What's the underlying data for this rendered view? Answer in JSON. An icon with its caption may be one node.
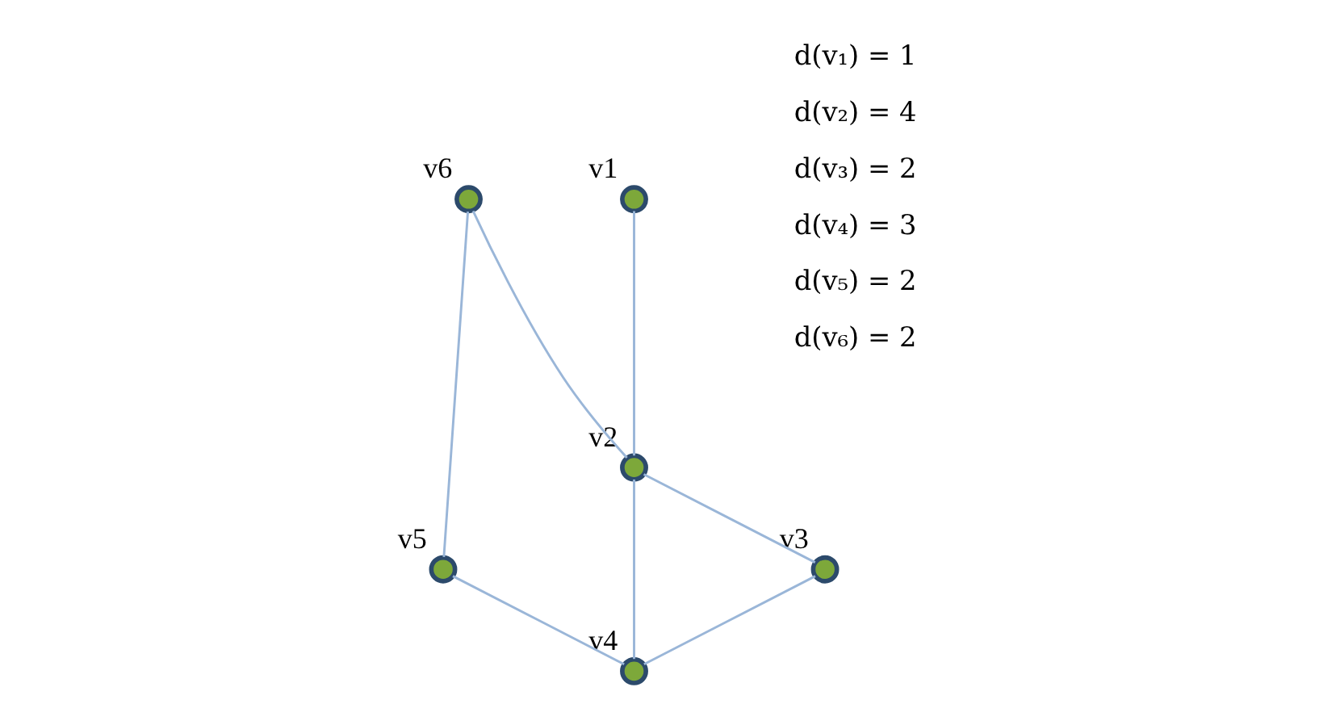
{
  "diagram": {
    "nodes": [
      {
        "text": [],
        "shape": "circle",
        "beside": [
          "v6"
        ]
      },
      {
        "text": [],
        "shape": "circle",
        "beside": [
          "v1"
        ]
      },
      {
        "text": [],
        "shape": "circle",
        "beside": [
          "v5"
        ]
      },
      {
        "text": [],
        "shape": "circle",
        "beside": [
          "v2"
        ]
      },
      {
        "text": [],
        "shape": "circle",
        "beside": [
          "v4"
        ]
      },
      {
        "text": [],
        "shape": "circle",
        "beside": [
          "v3"
        ]
      }
    ],
    "edges": [
      {
        "from": 1,
        "to": 3,
        "arrow": "none"
      },
      {
        "from": 0,
        "to": 3,
        "arrow": "none"
      },
      {
        "from": 0,
        "to": 2,
        "arrow": "none"
      },
      {
        "from": 2,
        "to": 4,
        "arrow": "none"
      },
      {
        "from": 3,
        "to": 4,
        "arrow": "none"
      },
      {
        "from": 3,
        "to": 5,
        "arrow": "none"
      },
      {
        "from": 5,
        "to": 4,
        "arrow": "none"
      }
    ],
    "labels": [
      "d(v₁) = 1",
      "d(v₂) = 4",
      "d(v₃) = 2",
      "d(v₄) = 3",
      "d(v₅) = 2",
      "d(v₆) = 2"
    ]
  }
}
